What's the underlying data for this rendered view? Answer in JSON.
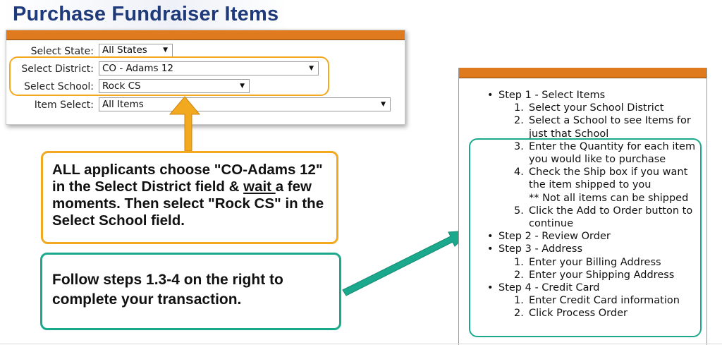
{
  "page": {
    "title": "Purchase Fundraiser Items"
  },
  "form": {
    "state": {
      "label": "Select State:",
      "value": "All States"
    },
    "district": {
      "label": "Select District:",
      "value": "CO - Adams 12"
    },
    "school": {
      "label": "Select School:",
      "value": "Rock CS"
    },
    "item": {
      "label": "Item Select:",
      "value": "All Items"
    }
  },
  "callouts": {
    "orange": {
      "part1": "ALL applicants choose \"CO-Adams 12\" in the Select District field & ",
      "underlined": "wait ",
      "part2": "a few moments. Then select \"Rock CS\" in the Select School field."
    },
    "teal": {
      "text": "Follow steps 1.3-4 on the right to complete your transaction."
    }
  },
  "instructions": {
    "step1": {
      "title": "Step 1 - Select Items",
      "items": [
        "Select your School District",
        "Select a School to see Items for just that School",
        "Enter the Quantity for each item you would like to purchase",
        "Check the Ship box if you want the item shipped to you",
        "Click the Add to Order button to continue"
      ],
      "note": "** Not all items can be shipped"
    },
    "step2": {
      "title": "Step 2 - Review Order"
    },
    "step3": {
      "title": "Step 3 - Address",
      "items": [
        "Enter your Billing Address",
        "Enter your Shipping Address"
      ]
    },
    "step4": {
      "title": "Step 4 - Credit Card",
      "items": [
        "Enter Credit Card information",
        "Click Process Order"
      ]
    }
  },
  "colors": {
    "orange": "#e07a1e",
    "callout_orange": "#f2a91f",
    "teal": "#1aa98c",
    "title_blue": "#1f3a7a"
  }
}
